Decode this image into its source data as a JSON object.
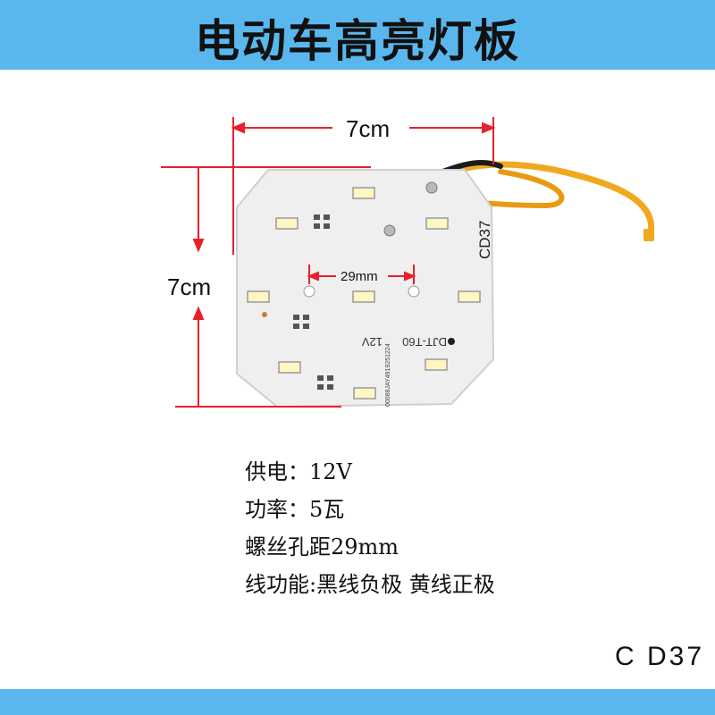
{
  "title": "电动车高亮灯板",
  "dimensions": {
    "width_label": "7cm",
    "height_label": "7cm",
    "hole_spacing_label": "29mm"
  },
  "board": {
    "model_marking": "CD37",
    "part_marking": "DJT-T60",
    "voltage_marking": "12V",
    "serial_marking": "00088JAY4919251224",
    "led_count": 9
  },
  "specs": [
    "供电：12V",
    "功率：5瓦",
    "螺丝孔距29mm",
    "线功能:黑线负极 黄线正极"
  ],
  "model_code": "C D37",
  "colors": {
    "banner": "#5ab7ee",
    "dimension_line": "#e8202a",
    "wire_yellow": "#f0a81e",
    "wire_black": "#1b1b1b",
    "led": "#fff6c2"
  }
}
